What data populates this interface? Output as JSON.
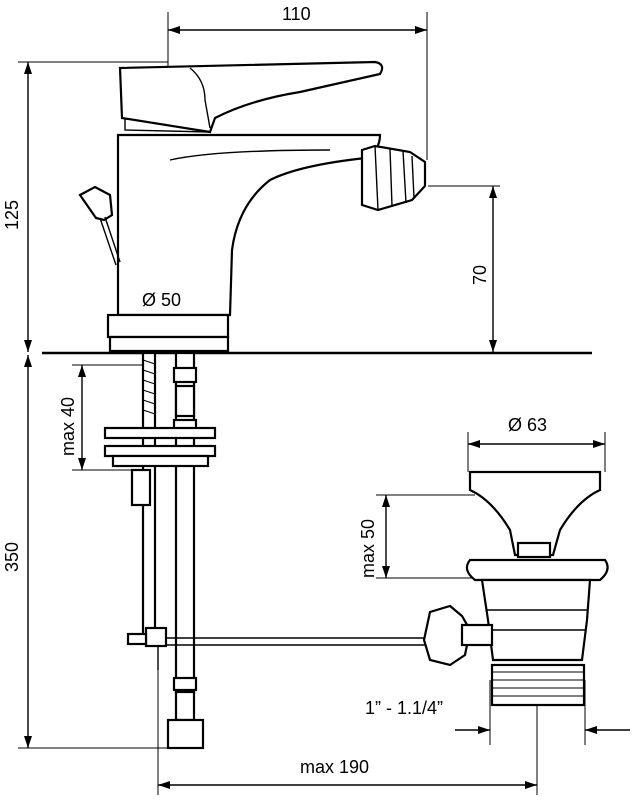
{
  "dimensions": {
    "width_110": "110",
    "height_125": "125",
    "height_70": "70",
    "diameter_50": "Ø 50",
    "max_40": "max 40",
    "height_350": "350",
    "diameter_63": "Ø 63",
    "max_50": "max 50",
    "thread": "1” - 1.1/4”",
    "max_190": "max 190"
  },
  "colors": {
    "line": "#000000",
    "background": "#ffffff"
  }
}
